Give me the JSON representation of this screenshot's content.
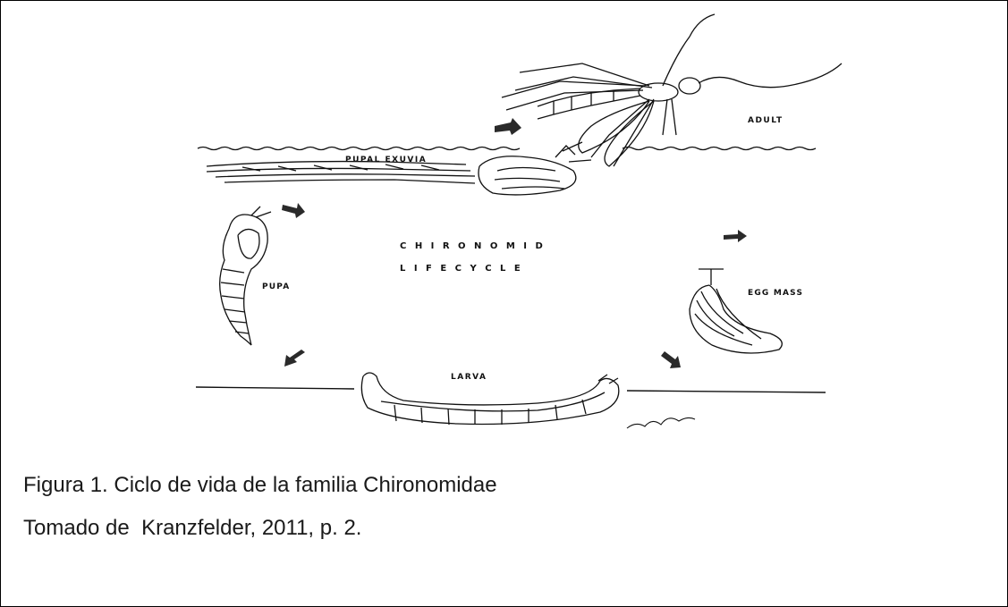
{
  "figure": {
    "labels": {
      "adult": "ADULT",
      "pupal_exuvia": "PUPAL EXUVIA",
      "center_line1": "C H I R O N O M I D",
      "center_line2": "L I F E   C Y C L E",
      "egg_mass": "EGG MASS",
      "pupa": "PUPA",
      "larva": "LARVA"
    },
    "colors": {
      "ink": "#111111",
      "arrow": "#2a2a2a"
    }
  },
  "caption": {
    "line1": "Figura 1. Ciclo de vida de la familia Chironomidae",
    "line2": "Tomado de  Kranzfelder, 2011, p. 2."
  }
}
